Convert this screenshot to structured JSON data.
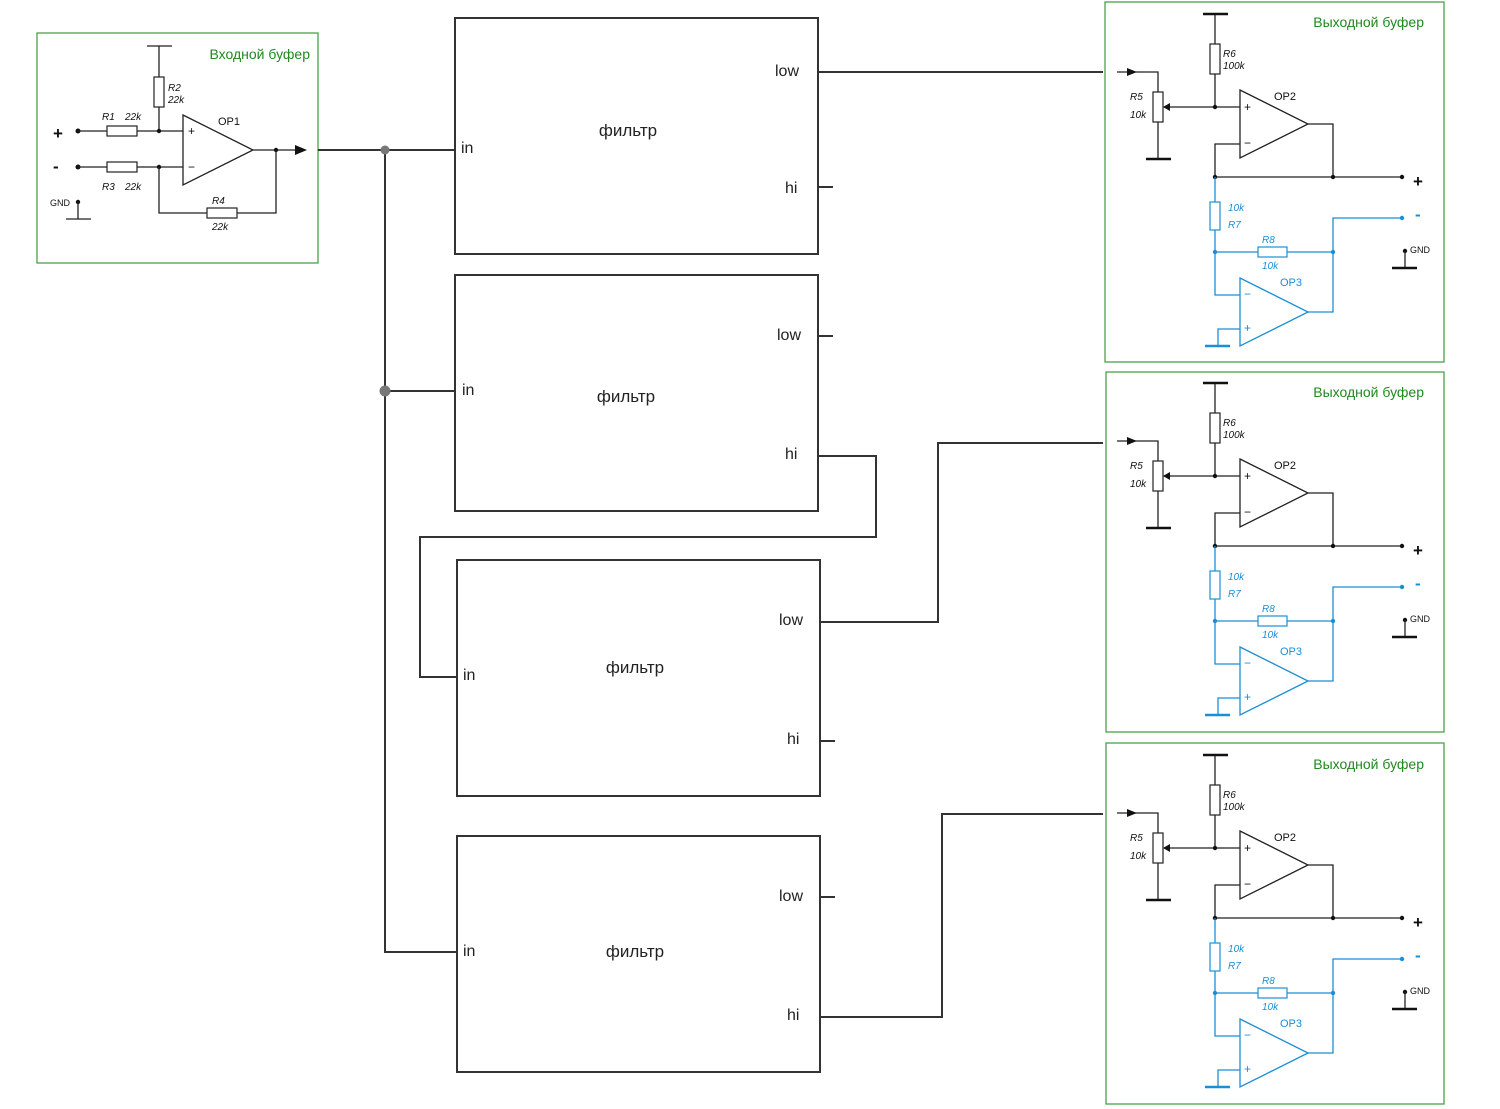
{
  "input_buffer": {
    "title": "Входной буфер",
    "op": "OP1",
    "plus": "+",
    "minus": "-",
    "gnd": "GND",
    "r1": "R1",
    "r1_val": "22k",
    "r2": "R2",
    "r2_val": "22k",
    "r3": "R3",
    "r3_val": "22k",
    "r4": "R4",
    "r4_val": "22k",
    "op_plus": "+",
    "op_minus": "−"
  },
  "filters": [
    {
      "label": "фильтр",
      "in": "in",
      "low": "low",
      "hi": "hi"
    },
    {
      "label": "фильтр",
      "in": "in",
      "low": "low",
      "hi": "hi"
    },
    {
      "label": "фильтр",
      "in": "in",
      "low": "low",
      "hi": "hi"
    },
    {
      "label": "фильтр",
      "in": "in",
      "low": "low",
      "hi": "hi"
    }
  ],
  "output_buffers": [
    {
      "title": "Выходной буфер",
      "r5": "R5",
      "r5_val": "10k",
      "r6": "R6",
      "r6_val": "100k",
      "r7": "R7",
      "r7_val": "10k",
      "r8": "R8",
      "r8_val": "10k",
      "op2": "OP2",
      "op3": "OP3",
      "out_plus": "+",
      "out_minus": "-",
      "gnd": "GND",
      "op_plus": "+",
      "op_minus": "−"
    },
    {
      "title": "Выходной буфер",
      "r5": "R5",
      "r5_val": "10k",
      "r6": "R6",
      "r6_val": "100k",
      "r7": "R7",
      "r7_val": "10k",
      "r8": "R8",
      "r8_val": "10k",
      "op2": "OP2",
      "op3": "OP3",
      "out_plus": "+",
      "out_minus": "-",
      "gnd": "GND",
      "op_plus": "+",
      "op_minus": "−"
    },
    {
      "title": "Выходной буфер",
      "r5": "R5",
      "r5_val": "10k",
      "r6": "R6",
      "r6_val": "100k",
      "r7": "R7",
      "r7_val": "10k",
      "r8": "R8",
      "r8_val": "10k",
      "op2": "OP2",
      "op3": "OP3",
      "out_plus": "+",
      "out_minus": "-",
      "gnd": "GND",
      "op_plus": "+",
      "op_minus": "−"
    }
  ],
  "colors": {
    "box_border": "#3c9b3c",
    "title": "#1e8a1e",
    "inverter": "#1a8fd6",
    "wire": "#333333"
  }
}
